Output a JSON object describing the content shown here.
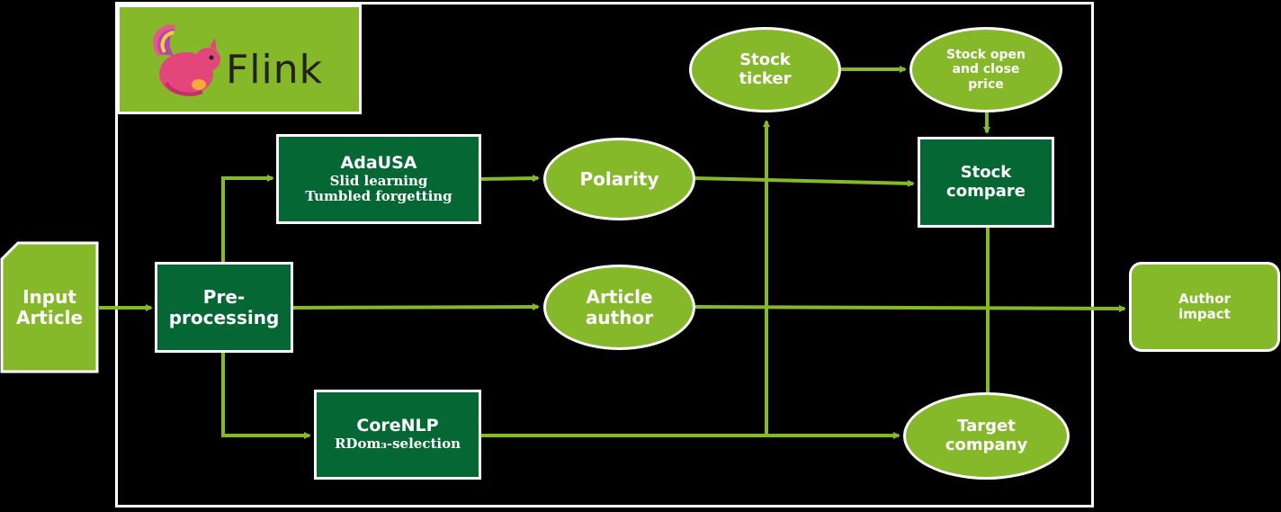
{
  "logo": {
    "text": "Flink",
    "icon": "squirrel-icon"
  },
  "colors": {
    "dark_green": "#056834",
    "light_green": "#86b929",
    "arrow": "#86b929",
    "background": "#000000"
  },
  "nodes": {
    "input_article": {
      "line1": "Input",
      "line2": "Article"
    },
    "preprocessing": {
      "line1": "Pre-",
      "line2": "processing"
    },
    "adausa": {
      "title": "AdaUSA",
      "line1": "Slid learning",
      "line2": "Tumbled forgetting"
    },
    "corenlp": {
      "title": "CoreNLP",
      "line1": "RDom₃-selection"
    },
    "polarity": {
      "line1": "Polarity"
    },
    "article_author": {
      "line1": "Article",
      "line2": "author"
    },
    "stock_ticker": {
      "line1": "Stock",
      "line2": "ticker"
    },
    "stock_price": {
      "line1": "Stock open",
      "line2": "and close",
      "line3": "price"
    },
    "stock_compare": {
      "line1": "Stock",
      "line2": "compare"
    },
    "target_company": {
      "line1": "Target",
      "line2": "company"
    },
    "author_impact": {
      "line1": "Author",
      "line2": "impact"
    }
  }
}
